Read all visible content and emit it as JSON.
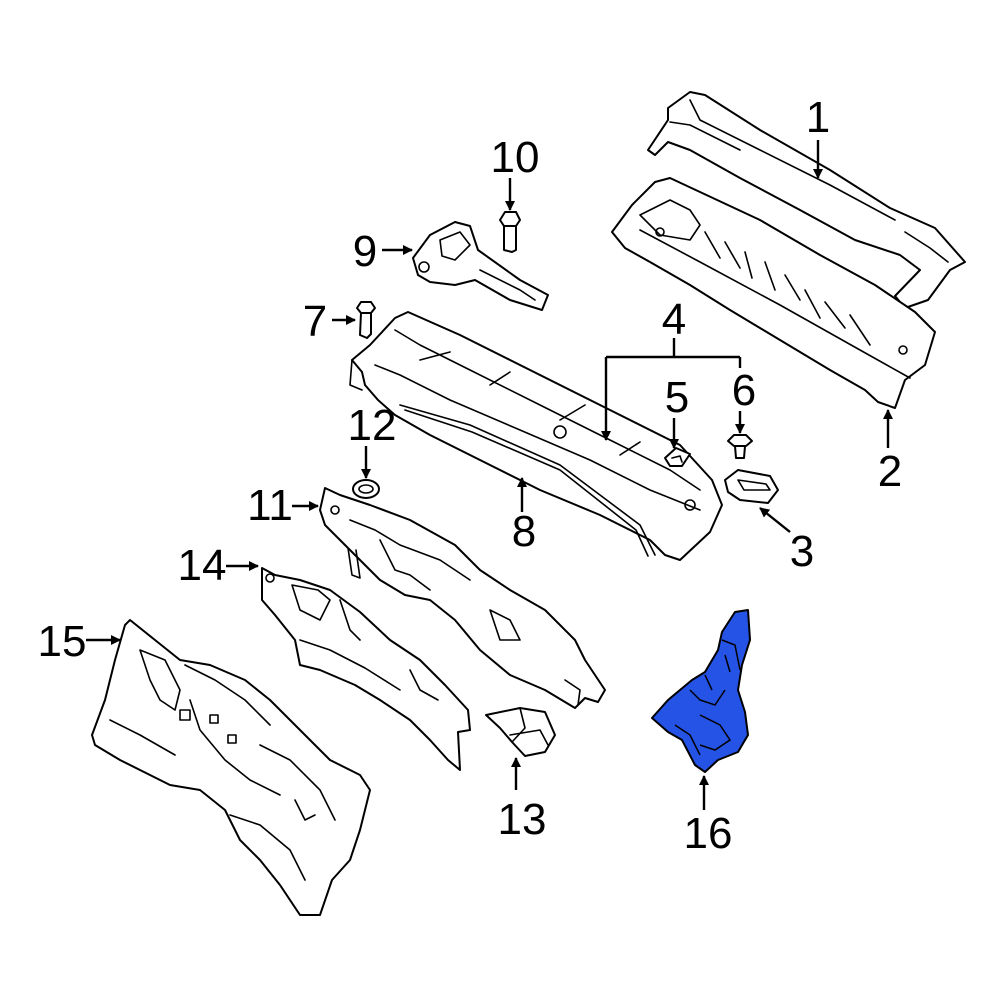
{
  "diagram": {
    "highlight_color": "#2453e6",
    "callouts": [
      {
        "id": "1",
        "label": "1"
      },
      {
        "id": "2",
        "label": "2"
      },
      {
        "id": "3",
        "label": "3"
      },
      {
        "id": "4",
        "label": "4"
      },
      {
        "id": "5",
        "label": "5"
      },
      {
        "id": "6",
        "label": "6"
      },
      {
        "id": "7",
        "label": "7"
      },
      {
        "id": "8",
        "label": "8"
      },
      {
        "id": "9",
        "label": "9"
      },
      {
        "id": "10",
        "label": "10"
      },
      {
        "id": "11",
        "label": "11"
      },
      {
        "id": "12",
        "label": "12"
      },
      {
        "id": "13",
        "label": "13"
      },
      {
        "id": "14",
        "label": "14"
      },
      {
        "id": "15",
        "label": "15"
      },
      {
        "id": "16",
        "label": "16"
      }
    ]
  }
}
